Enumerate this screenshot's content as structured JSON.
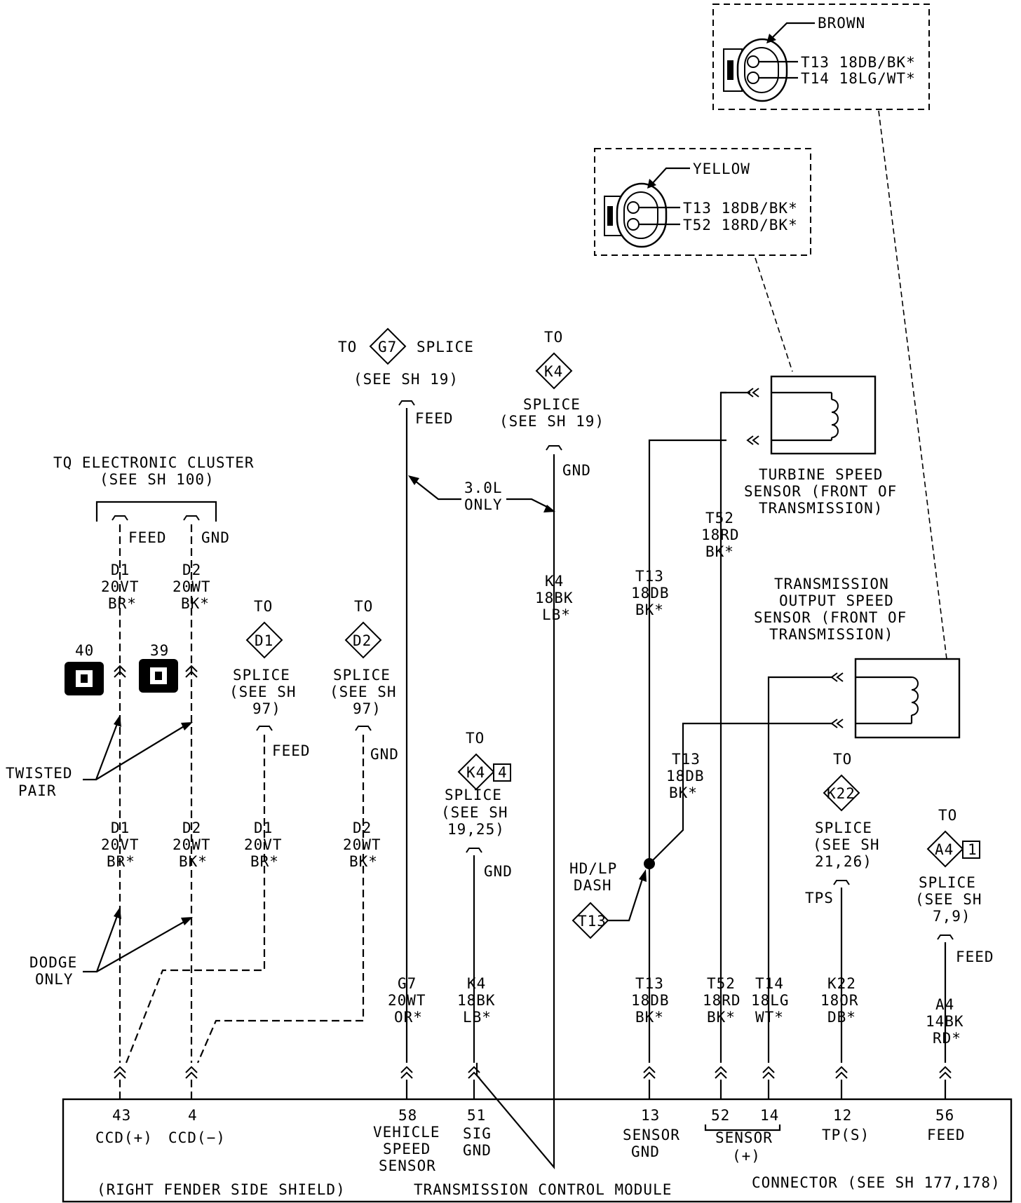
{
  "inset_brown": {
    "color_label": "BROWN",
    "pin1": "T13 18DB/BK*",
    "pin2": "T14 18LG/WT*"
  },
  "inset_yellow": {
    "color_label": "YELLOW",
    "pin1": "T13 18DB/BK*",
    "pin2": "T52 18RD/BK*"
  },
  "cluster": {
    "title": "TQ ELECTRONIC CLUSTER",
    "ref": "(SEE SH 100)",
    "feed": "FEED",
    "gnd": "GND"
  },
  "connectors": {
    "c40": "40",
    "c39": "39"
  },
  "labels": {
    "twisted1": "TWISTED",
    "twisted2": "PAIR",
    "dodge1": "DODGE",
    "dodge2": "ONLY",
    "only30_1": "3.0L",
    "only30_2": "ONLY",
    "hdlp1": "HD/LP",
    "hdlp2": "DASH",
    "tps": "TPS"
  },
  "g7": {
    "to": "TO",
    "id": "G7",
    "splice": "SPLICE",
    "ref": "(SEE SH 19)",
    "feed": "FEED"
  },
  "k4_top": {
    "to": "TO",
    "id": "K4",
    "splice": "SPLICE",
    "ref": "(SEE SH 19)",
    "gnd": "GND"
  },
  "d1_splice": {
    "to": "TO",
    "id": "D1",
    "l1": "SPLICE",
    "l2": "(SEE SH",
    "l3": "97)",
    "feed": "FEED"
  },
  "d2_splice": {
    "to": "TO",
    "id": "D2",
    "l1": "SPLICE",
    "l2": "(SEE SH",
    "l3": "97)",
    "gnd": "GND"
  },
  "k4_mid": {
    "to": "TO",
    "id": "K4",
    "num": "4",
    "l1": "SPLICE",
    "l2": "(SEE SH",
    "l3": "19,25)",
    "gnd": "GND"
  },
  "k22": {
    "to": "TO",
    "id": "K22",
    "l1": "SPLICE",
    "l2": "(SEE SH",
    "l3": "21,26)"
  },
  "a4": {
    "to": "TO",
    "id": "A4",
    "num": "1",
    "l1": "SPLICE",
    "l2": "(SEE SH",
    "l3": "7,9)",
    "feed": "FEED"
  },
  "t13_marker": "T13",
  "turbine": {
    "l1": "TURBINE SPEED",
    "l2": "SENSOR (FRONT OF",
    "l3": "TRANSMISSION)"
  },
  "output_sensor": {
    "l1": "TRANSMISSION",
    "l2": "OUTPUT SPEED",
    "l3": "SENSOR (FRONT OF",
    "l4": "TRANSMISSION)"
  },
  "wires": {
    "d1_up": [
      "D1",
      "20VT",
      "BR*"
    ],
    "d2_up": [
      "D2",
      "20WT",
      "BK*"
    ],
    "d1_low": [
      "D1",
      "20VT",
      "BR*"
    ],
    "d2_low": [
      "D2",
      "20WT",
      "BK*"
    ],
    "d1_s": [
      "D1",
      "20VT",
      "BR*"
    ],
    "d2_s": [
      "D2",
      "20WT",
      "BK*"
    ],
    "k4_upper": [
      "K4",
      "18BK",
      "LB*"
    ],
    "g7": [
      "G7",
      "20WT",
      "OR*"
    ],
    "k4_lower": [
      "K4",
      "18BK",
      "LB*"
    ],
    "t13_a": [
      "T13",
      "18DB",
      "BK*"
    ],
    "t52_a": [
      "T52",
      "18RD",
      "BK*"
    ],
    "t13_b": [
      "T13",
      "18DB",
      "BK*"
    ],
    "t13_c": [
      "T13",
      "18DB",
      "BK*"
    ],
    "t52_c": [
      "T52",
      "18RD",
      "BK*"
    ],
    "t14_c": [
      "T14",
      "18LG",
      "WT*"
    ],
    "k22": [
      "K22",
      "18OR",
      "DB*"
    ],
    "a4": [
      "A4",
      "14BK",
      "RD*"
    ]
  },
  "tcm": {
    "p43": "43",
    "p43_label": "CCD(+)",
    "p4": "4",
    "p4_label": "CCD(−)",
    "p58": "58",
    "p58_l1": "VEHICLE",
    "p58_l2": "SPEED",
    "p58_l3": "SENSOR",
    "p51": "51",
    "p51_l1": "SIG",
    "p51_l2": "GND",
    "p13": "13",
    "p13_l1": "SENSOR",
    "p13_l2": "GND",
    "p52": "52",
    "p14": "14",
    "p52_14_l1": "SENSOR",
    "p52_14_l2": "(+)",
    "p12": "12",
    "p12_label": "TP(S)",
    "p56": "56",
    "p56_label": "FEED",
    "footer_left": "(RIGHT FENDER SIDE SHIELD)",
    "footer_mid": "TRANSMISSION CONTROL MODULE",
    "footer_right": "CONNECTOR (SEE SH 177,178)"
  }
}
